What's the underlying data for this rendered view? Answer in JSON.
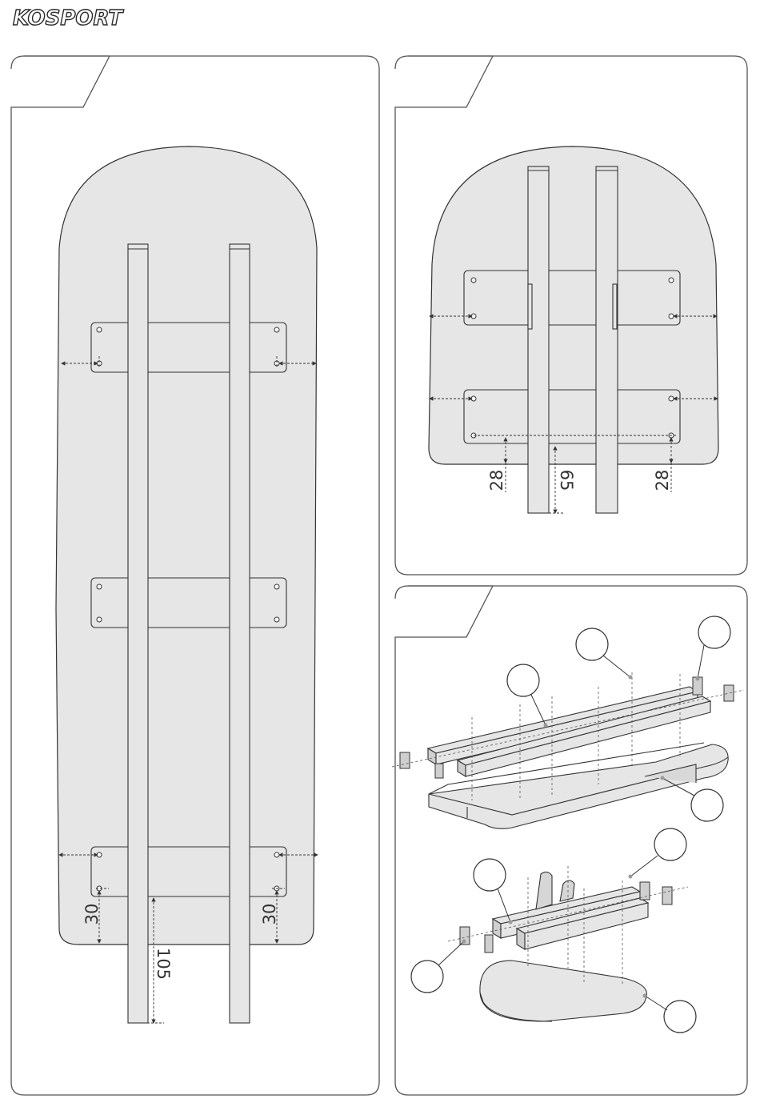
{
  "brand": {
    "logo_text": "KOSPORT"
  },
  "panel_left": {
    "dim_left": "30",
    "dim_right": "30",
    "dim_bottom": "105"
  },
  "panel_top_right": {
    "dim_left": "28",
    "dim_center": "65",
    "dim_right": "28"
  },
  "colors": {
    "board_fill": "#e6e6e6",
    "line": "#333333",
    "callout_fill": "#9a9a9a"
  }
}
